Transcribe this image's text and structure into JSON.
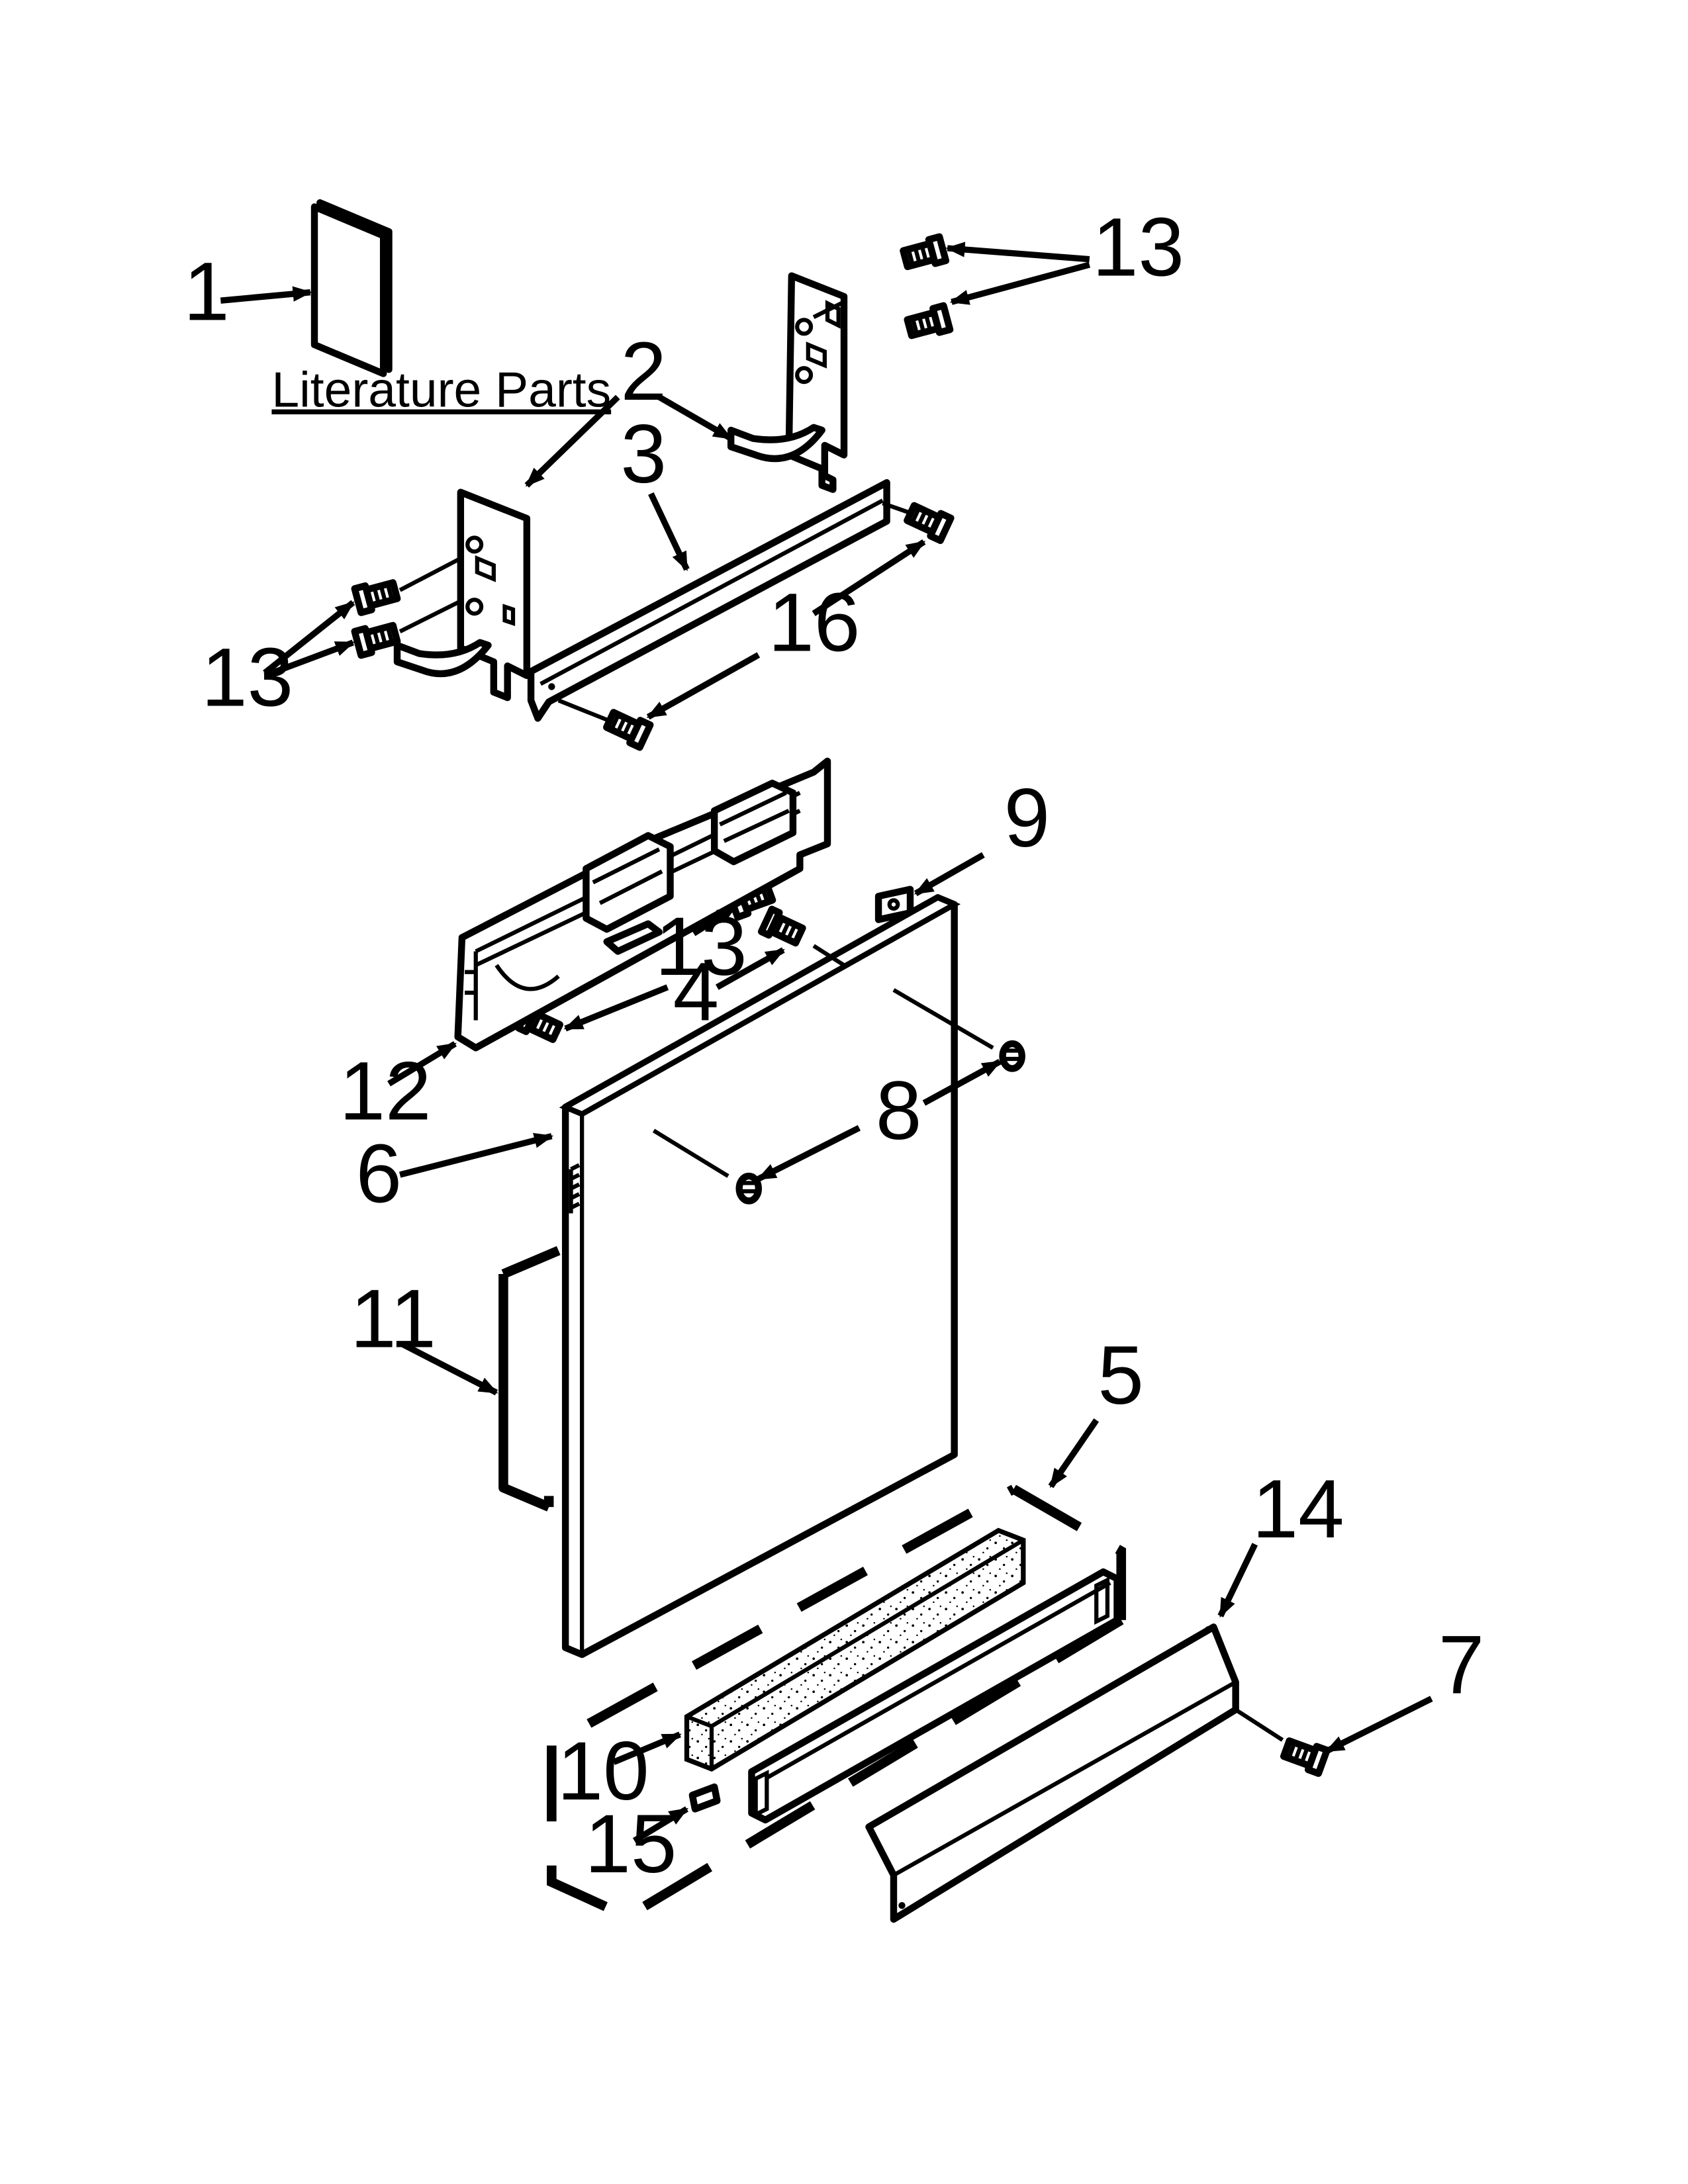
{
  "literature_label": "Literature Parts",
  "callouts": {
    "c1": "1",
    "c2": "2",
    "c3": "3",
    "c4": "4",
    "c5": "5",
    "c6": "6",
    "c7": "7",
    "c8": "8",
    "c9": "9",
    "c10": "10",
    "c11": "11",
    "c12": "12",
    "c13a": "13",
    "c13b": "13",
    "c13c": "13",
    "c14": "14",
    "c15": "15",
    "c16": "16"
  }
}
